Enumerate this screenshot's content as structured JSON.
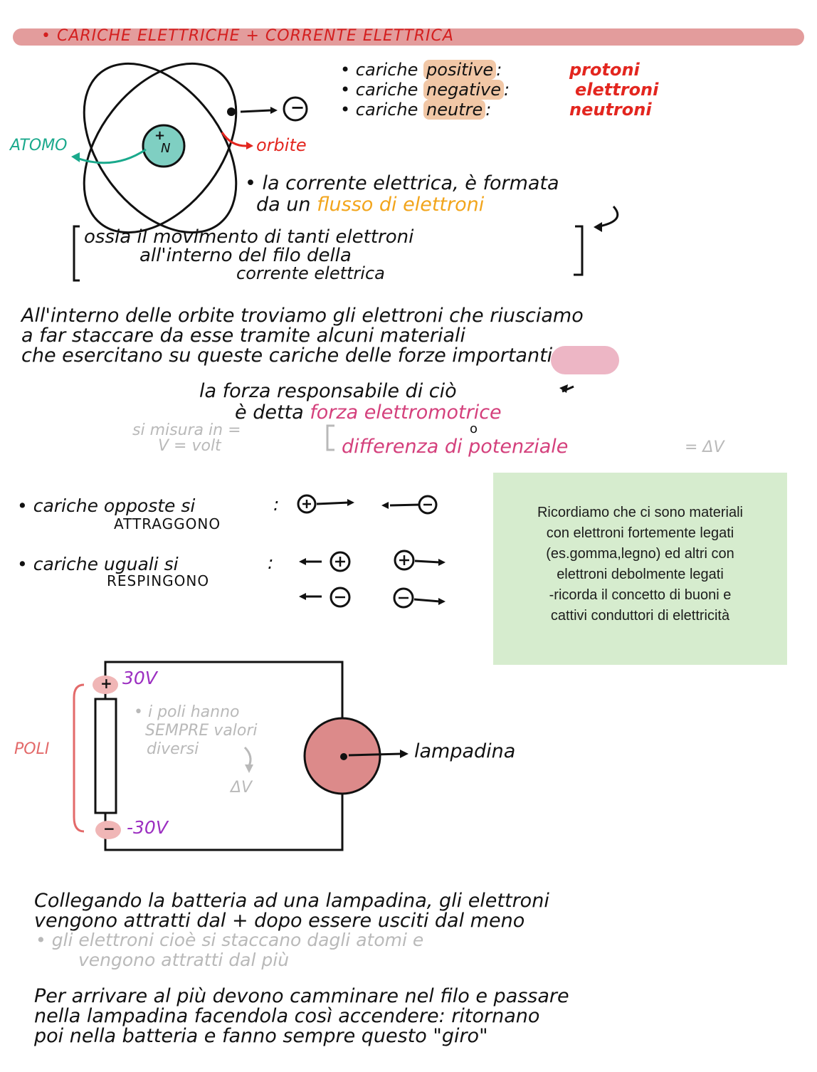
{
  "title": "• CARICHE ELETTRICHE + CORRENTE ELETTRICA",
  "atom": {
    "label_atom": "ATOMO",
    "label_orbit": "orbite",
    "nucleus_plus": "+",
    "nucleus_n": "N",
    "electron_sign": "−"
  },
  "charges": [
    {
      "bullet": "•",
      "text": "cariche",
      "kind": "positive",
      "colon": ":",
      "particle": "protoni"
    },
    {
      "bullet": "•",
      "text": "cariche",
      "kind": "negative",
      "colon": ":",
      "particle": "elettroni"
    },
    {
      "bullet": "•",
      "text": "cariche",
      "kind": "neutre",
      "colon": ":",
      "particle": "neutroni"
    }
  ],
  "current": {
    "line1": "• la corrente elettrica, è formata",
    "line2_start": "da un",
    "line2_highlight": "flusso di elettroni",
    "bracket_lines": [
      "ossia il movimento di tanti elettroni",
      "all'interno del filo della",
      "corrente elettrica"
    ]
  },
  "paragraph1": [
    "All'interno delle orbite troviamo gli elettroni che riusciamo",
    "a far staccare da esse tramite alcuni materiali",
    "che esercitano su queste cariche delle forze importanti"
  ],
  "force": {
    "line1": "la forza responsabile di ciò",
    "line2_start": "è detta",
    "line2_highlight": "forza elettromotrice",
    "or_mark": "o",
    "measure_line1": "si misura in =",
    "measure_line2": "V = volt",
    "difference": "differenza di potenziale",
    "delta": "= ΔV"
  },
  "interactions": {
    "opposite_line1": "• cariche opposte si",
    "opposite_line2": "ATTRAGGONO",
    "equal_line1": "• cariche uguali si",
    "equal_line2": "RESPINGONO",
    "colon": ":",
    "plus": "+",
    "minus": "−"
  },
  "note_box": {
    "lines": [
      "Ricordiamo che ci sono materiali",
      "con elettroni fortemente legati",
      "(es.gomma,legno) ed altri con",
      "elettroni debolmente legati",
      "-ricorda il concetto di buoni e",
      "cattivi conduttori di elettricità"
    ],
    "color": "#d6ecce"
  },
  "circuit": {
    "top_voltage": "30V",
    "bottom_voltage": "-30V",
    "poles_label": "POLI",
    "plus": "+",
    "minus": "−",
    "note_lines": [
      "• i poli hanno",
      "SEMPRE valori",
      "diversi"
    ],
    "delta": "ΔV",
    "bulb_label": "lampadina"
  },
  "paragraph2": [
    "Collegando la batteria ad una lampadina, gli elettroni",
    "vengono attratti dal + dopo essere usciti dal meno"
  ],
  "paragraph2_grey": [
    "• gli elettroni cioè si staccano dagli atomi e",
    "vengono attratti dal più"
  ],
  "paragraph3": [
    "Per arrivare al più devono camminare nel filo e passare",
    "nella lampadina facendola così accendere: ritornano",
    "poi nella batteria e fanno sempre questo \"giro\""
  ]
}
